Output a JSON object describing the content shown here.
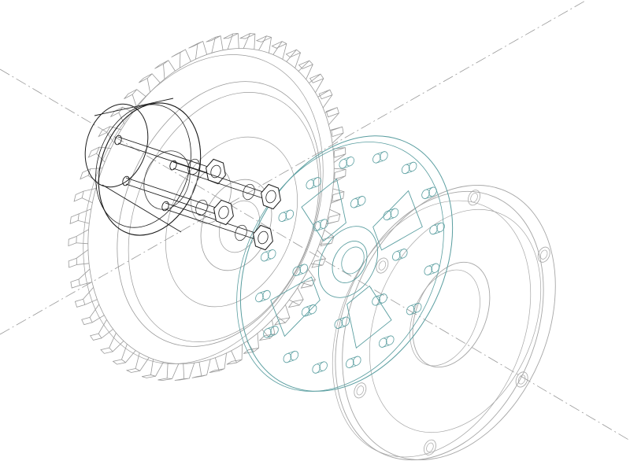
{
  "drawing": {
    "style": "wireframe",
    "projection": "isometric-exploded",
    "colors": {
      "background": "#ffffff",
      "gear": "#9a9a9a",
      "hub": "#1a1a1a",
      "hub_detail": "#3a3a3a",
      "damper_plate": "#5a9ea0",
      "flywheel": "#a6a6a6",
      "axis": "#9a9a9a"
    },
    "components": [
      {
        "name": "spur-gear",
        "tooth_count": 48
      },
      {
        "name": "coupling-hub",
        "bolt_count": 4
      },
      {
        "name": "damper-plate",
        "pin_count": 24
      },
      {
        "name": "flywheel-disc",
        "bolt_hole_count": 6
      }
    ]
  }
}
